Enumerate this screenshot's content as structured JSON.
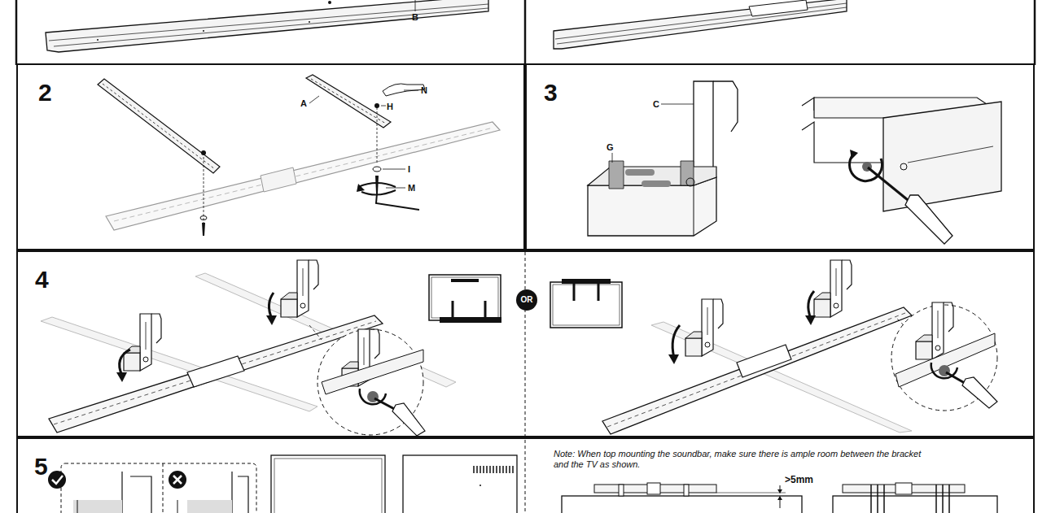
{
  "diagram": {
    "nodes": [
      {
        "text": [
          "2"
        ]
      },
      {
        "text": [
          "3"
        ]
      },
      {
        "text": [
          "4"
        ]
      },
      {
        "text": [
          "OR"
        ],
        "in": 2
      },
      {
        "text": [
          "5"
        ]
      }
    ],
    "labels": [
      "B",
      "A",
      "N",
      "H",
      "I",
      "M",
      "C",
      "G",
      "Note: When top mounting the soundbar, make sure there is ample room between the bracket and the TV as shown.",
      ">5mm"
    ]
  }
}
